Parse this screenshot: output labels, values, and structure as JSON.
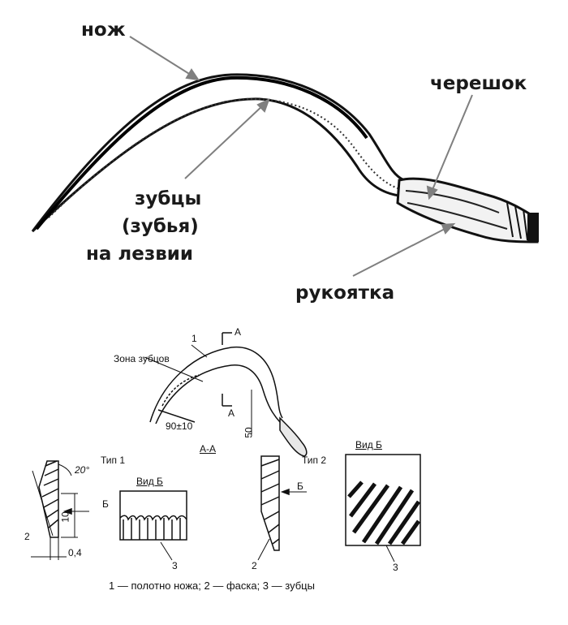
{
  "top_labels": {
    "knife": "нож",
    "tang": "черешок",
    "teeth_line1": "зубцы",
    "teeth_line2": "(зубья)",
    "teeth_line3": "на лезвии",
    "handle": "рукоятка"
  },
  "drawing_labels": {
    "callout_1": "1",
    "section_a_top": "А",
    "section_a_bottom": "А",
    "teeth_zone": "Зона зубцов",
    "angle": "90±10",
    "length": "50",
    "section_title": "А-А",
    "type1": "Тип 1",
    "type2": "Тип 2",
    "angle_20": "20°",
    "view_b_arrow_1": "Б",
    "view_b_arrow_2": "Б",
    "dim_10": "10",
    "dim_04": "0,4",
    "callout_2_left": "2",
    "callout_2_right": "2",
    "view_b_small": "Вид Б",
    "view_b_large": "Вид Б",
    "callout_3_left": "3",
    "callout_3_right": "3"
  },
  "legend": "1 — полотно ножа; 2 — фаска; 3 — зубцы"
}
